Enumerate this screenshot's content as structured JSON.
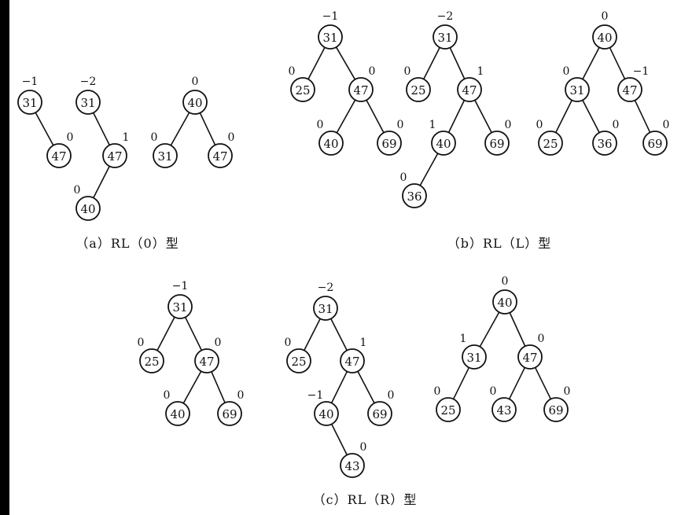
{
  "colors": {
    "ink": "#111111",
    "paper": "#ffffff",
    "frame": "#000000"
  },
  "captions": {
    "a": "（a）RL（0）型",
    "b": "（b）RL（L）型",
    "c": "（c）RL（R）型"
  },
  "trees": [
    {
      "id": "a1",
      "nodes": [
        {
          "id": "n31",
          "key": "31",
          "bf": "−1"
        },
        {
          "id": "n47",
          "key": "47",
          "bf": "0"
        }
      ],
      "edges": [
        [
          "n31",
          "n47"
        ]
      ]
    },
    {
      "id": "a2",
      "nodes": [
        {
          "id": "n31",
          "key": "31",
          "bf": "−2"
        },
        {
          "id": "n47",
          "key": "47",
          "bf": "1"
        },
        {
          "id": "n40",
          "key": "40",
          "bf": "0"
        }
      ],
      "edges": [
        [
          "n31",
          "n47"
        ],
        [
          "n47",
          "n40"
        ]
      ]
    },
    {
      "id": "a3",
      "nodes": [
        {
          "id": "n40",
          "key": "40",
          "bf": "0"
        },
        {
          "id": "n31",
          "key": "31",
          "bf": "0"
        },
        {
          "id": "n47",
          "key": "47",
          "bf": "0"
        }
      ],
      "edges": [
        [
          "n40",
          "n31"
        ],
        [
          "n40",
          "n47"
        ]
      ]
    },
    {
      "id": "b1",
      "nodes": [
        {
          "id": "n31",
          "key": "31",
          "bf": "−1"
        },
        {
          "id": "n25",
          "key": "25",
          "bf": "0"
        },
        {
          "id": "n47",
          "key": "47",
          "bf": "0"
        },
        {
          "id": "n40",
          "key": "40",
          "bf": "0"
        },
        {
          "id": "n69",
          "key": "69",
          "bf": "0"
        }
      ],
      "edges": [
        [
          "n31",
          "n25"
        ],
        [
          "n31",
          "n47"
        ],
        [
          "n47",
          "n40"
        ],
        [
          "n47",
          "n69"
        ]
      ]
    },
    {
      "id": "b2",
      "nodes": [
        {
          "id": "n31",
          "key": "31",
          "bf": "−2"
        },
        {
          "id": "n25",
          "key": "25",
          "bf": "0"
        },
        {
          "id": "n47",
          "key": "47",
          "bf": "1"
        },
        {
          "id": "n40",
          "key": "40",
          "bf": "1"
        },
        {
          "id": "n69",
          "key": "69",
          "bf": "0"
        },
        {
          "id": "n36",
          "key": "36",
          "bf": "0"
        }
      ],
      "edges": [
        [
          "n31",
          "n25"
        ],
        [
          "n31",
          "n47"
        ],
        [
          "n47",
          "n40"
        ],
        [
          "n47",
          "n69"
        ],
        [
          "n40",
          "n36"
        ]
      ]
    },
    {
      "id": "b3",
      "nodes": [
        {
          "id": "n40",
          "key": "40",
          "bf": "0"
        },
        {
          "id": "n31",
          "key": "31",
          "bf": "0"
        },
        {
          "id": "n47",
          "key": "47",
          "bf": "−1"
        },
        {
          "id": "n25",
          "key": "25",
          "bf": "0"
        },
        {
          "id": "n36",
          "key": "36",
          "bf": "0"
        },
        {
          "id": "n69",
          "key": "69",
          "bf": "0"
        }
      ],
      "edges": [
        [
          "n40",
          "n31"
        ],
        [
          "n40",
          "n47"
        ],
        [
          "n31",
          "n25"
        ],
        [
          "n31",
          "n36"
        ],
        [
          "n47",
          "n69"
        ]
      ]
    },
    {
      "id": "c1",
      "nodes": [
        {
          "id": "n31",
          "key": "31",
          "bf": "−1"
        },
        {
          "id": "n25",
          "key": "25",
          "bf": "0"
        },
        {
          "id": "n47",
          "key": "47",
          "bf": "0"
        },
        {
          "id": "n40",
          "key": "40",
          "bf": "0"
        },
        {
          "id": "n69",
          "key": "69",
          "bf": "0"
        }
      ],
      "edges": [
        [
          "n31",
          "n25"
        ],
        [
          "n31",
          "n47"
        ],
        [
          "n47",
          "n40"
        ],
        [
          "n47",
          "n69"
        ]
      ]
    },
    {
      "id": "c2",
      "nodes": [
        {
          "id": "n31",
          "key": "31",
          "bf": "−2"
        },
        {
          "id": "n25",
          "key": "25",
          "bf": "0"
        },
        {
          "id": "n47",
          "key": "47",
          "bf": "1"
        },
        {
          "id": "n40",
          "key": "40",
          "bf": "−1"
        },
        {
          "id": "n69",
          "key": "69",
          "bf": "0"
        },
        {
          "id": "n43",
          "key": "43",
          "bf": "0"
        }
      ],
      "edges": [
        [
          "n31",
          "n25"
        ],
        [
          "n31",
          "n47"
        ],
        [
          "n47",
          "n40"
        ],
        [
          "n47",
          "n69"
        ],
        [
          "n40",
          "n43"
        ]
      ]
    },
    {
      "id": "c3",
      "nodes": [
        {
          "id": "n40",
          "key": "40",
          "bf": "0"
        },
        {
          "id": "n31",
          "key": "31",
          "bf": "1"
        },
        {
          "id": "n47",
          "key": "47",
          "bf": "0"
        },
        {
          "id": "n25",
          "key": "25",
          "bf": "0"
        },
        {
          "id": "n43",
          "key": "43",
          "bf": "0"
        },
        {
          "id": "n69",
          "key": "69",
          "bf": "0"
        }
      ],
      "edges": [
        [
          "n40",
          "n31"
        ],
        [
          "n40",
          "n47"
        ],
        [
          "n31",
          "n25"
        ],
        [
          "n47",
          "n43"
        ],
        [
          "n47",
          "n69"
        ]
      ]
    }
  ]
}
